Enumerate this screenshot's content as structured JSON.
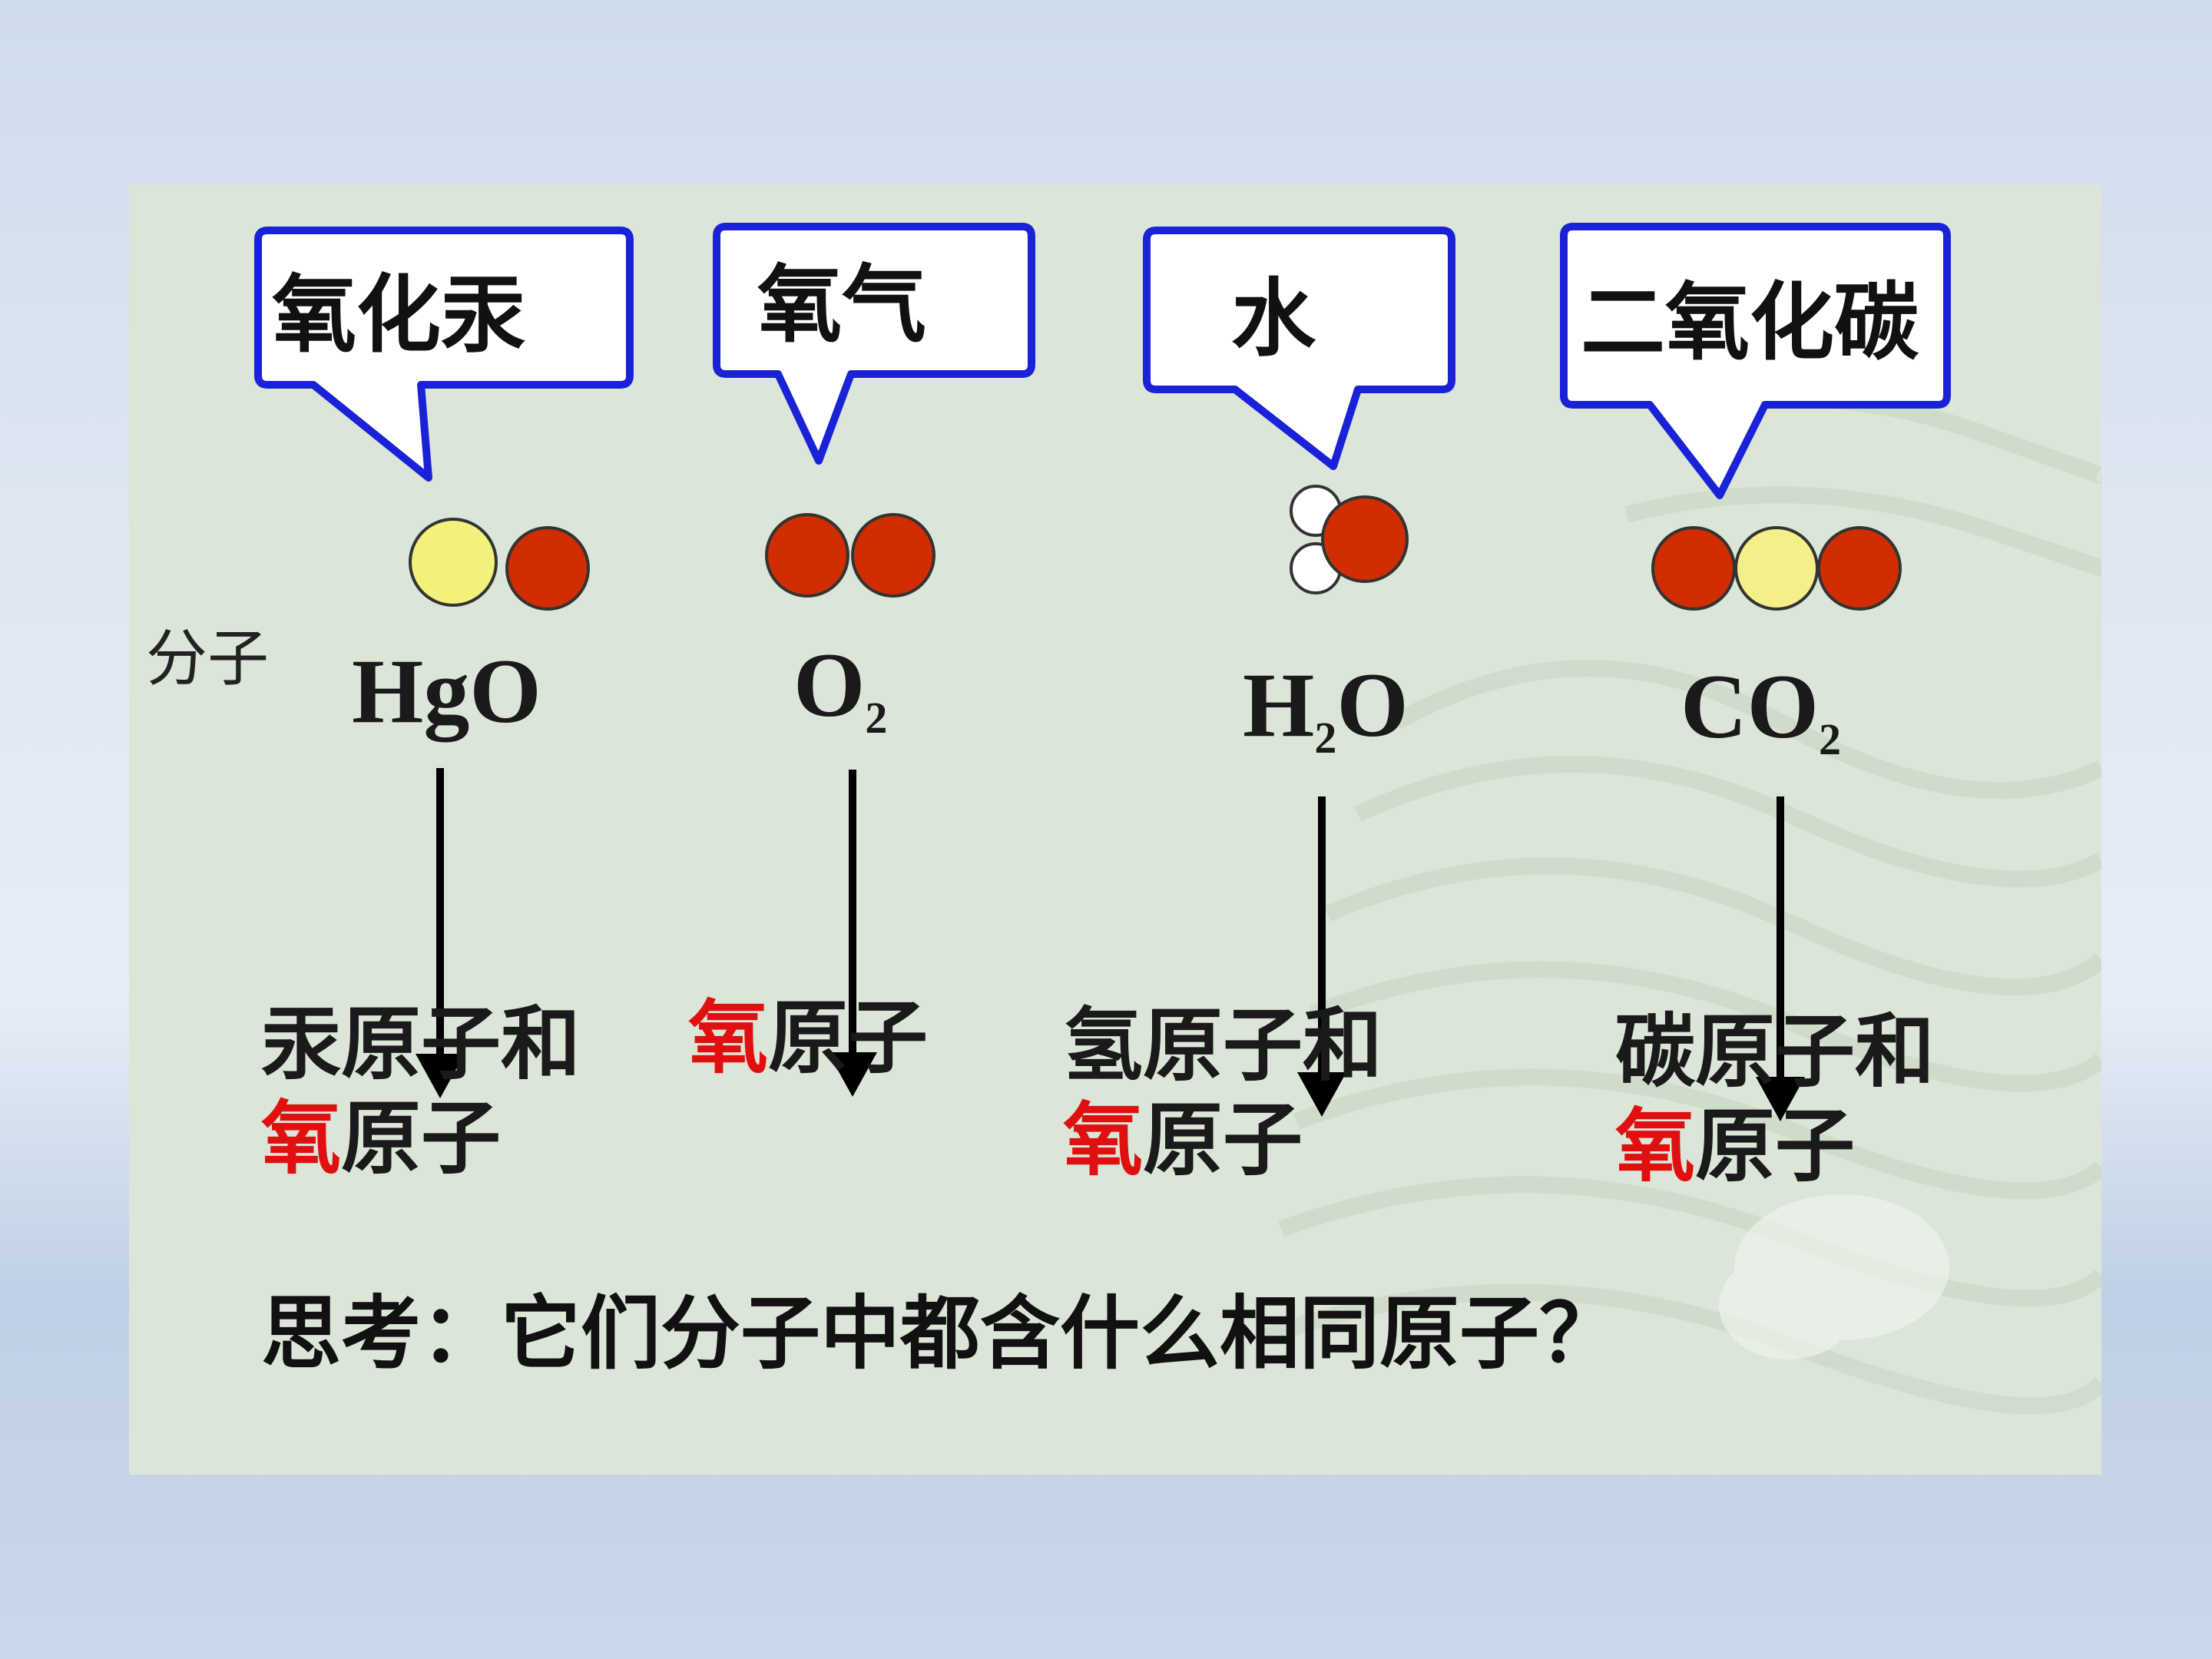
{
  "molecules": [
    {
      "name": "氧化汞",
      "formula": "HgO",
      "formula_sub": "",
      "formula_tail": "",
      "atoms_line1_a": "汞原子和",
      "atoms_line1_b": "",
      "atoms_line1_c": "",
      "atoms_line2_red": "氧",
      "atoms_line2_rest": "原子"
    },
    {
      "name": "氧气",
      "formula": "O",
      "formula_sub": "2",
      "formula_tail": "",
      "atoms_line1_a": "",
      "atoms_line1_b": "氧",
      "atoms_line1_c": "原子",
      "atoms_line2_red": "",
      "atoms_line2_rest": ""
    },
    {
      "name": "水",
      "formula": "H",
      "formula_sub": "2",
      "formula_tail": "O",
      "atoms_line1_a": "氢原子和",
      "atoms_line1_b": "",
      "atoms_line1_c": "",
      "atoms_line2_red": "氧",
      "atoms_line2_rest": "原子"
    },
    {
      "name": "二氧化碳",
      "formula": "CO",
      "formula_sub": "2",
      "formula_tail": "",
      "atoms_line1_a": "碳原子和",
      "atoms_line1_b": "",
      "atoms_line1_c": "",
      "atoms_line2_red": "氧",
      "atoms_line2_rest": "原子"
    }
  ],
  "row_label": "分子",
  "question": "思考：它们分子中都含什么相同原子？",
  "colors": {
    "oxygen": "#d12d00",
    "mercury": "#f2f27a",
    "carbon": "#f5ef8a",
    "hydrogen": "#ffffff",
    "bubble_border": "#1a22d8",
    "highlight": "#e11010"
  }
}
